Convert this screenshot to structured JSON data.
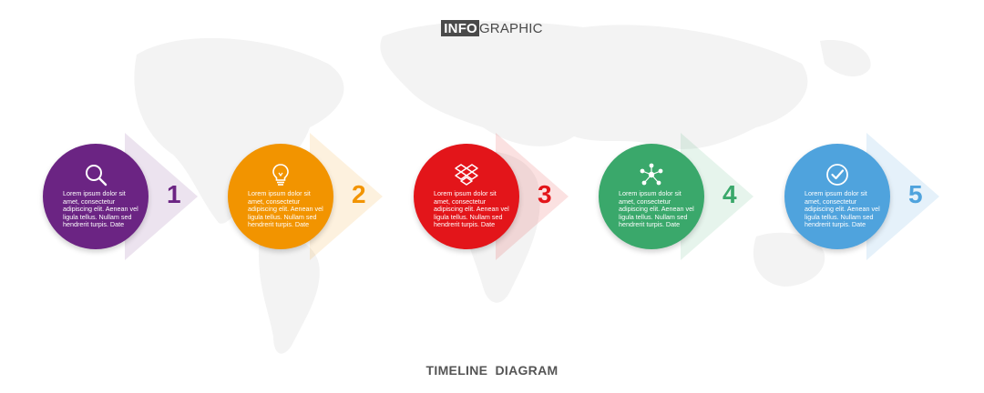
{
  "header": {
    "boxed": "INFO",
    "rest": "GRAPHIC"
  },
  "footer": {
    "title": "TIMELINE  DIAGRAM"
  },
  "steps": [
    {
      "number": "1",
      "icon": "magnifier-icon",
      "color": "#6b2483",
      "text": "Lorem ipsum dolor sit amet, consectetur adipiscing elit. Aenean vel ligula tellus. Nullam sed hendrerit turpis. Date"
    },
    {
      "number": "2",
      "icon": "lightbulb-icon",
      "color": "#f29400",
      "text": "Lorem ipsum dolor sit amet, consectetur adipiscing elit. Aenean vel ligula tellus. Nullam sed hendrerit turpis. Date"
    },
    {
      "number": "3",
      "icon": "dropbox-icon",
      "color": "#e3151a",
      "text": "Lorem ipsum dolor sit amet, consectetur adipiscing elit. Aenean vel ligula tellus. Nullam sed hendrerit turpis. Date"
    },
    {
      "number": "4",
      "icon": "network-people-icon",
      "color": "#3aa86b",
      "text": "Lorem ipsum dolor sit amet, consectetur adipiscing elit. Aenean vel ligula tellus. Nullam sed hendrerit turpis. Date"
    },
    {
      "number": "5",
      "icon": "check-circle-icon",
      "color": "#4fa3dd",
      "text": "Lorem ipsum dolor sit amet, consectetur adipiscing elit. Aenean vel ligula tellus. Nullam sed hendrerit turpis. Date"
    }
  ]
}
